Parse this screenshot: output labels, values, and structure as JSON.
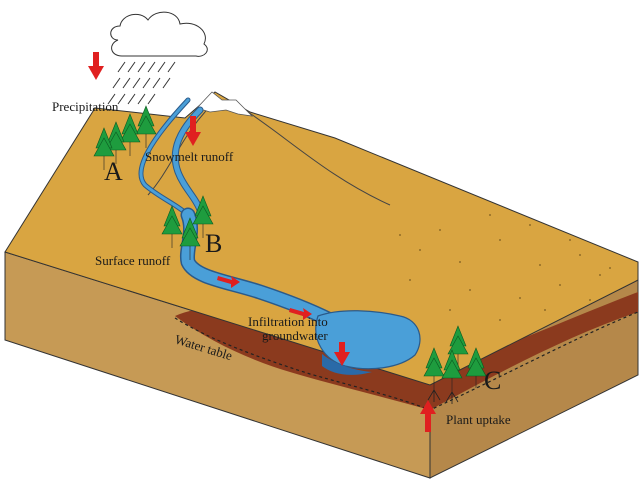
{
  "labels": {
    "precipitation": "Precipitation",
    "snowmelt_runoff": "Snowmelt runoff",
    "surface_runoff": "Surface runoff",
    "infiltration_line1": "Infiltration  into",
    "infiltration_line2": "groundwater",
    "water_table": "Water table",
    "plant_uptake": "Plant uptake"
  },
  "sites": {
    "a": "A",
    "b": "B",
    "c": "C"
  },
  "colors": {
    "surface": "#d9a541",
    "soil_front": "#c69a55",
    "soil_side": "#b5884a",
    "groundwater_zone": "#8b3a1e",
    "water": "#4a9fd8",
    "arrow": "#e02020",
    "tree": "#1e9c3e"
  }
}
